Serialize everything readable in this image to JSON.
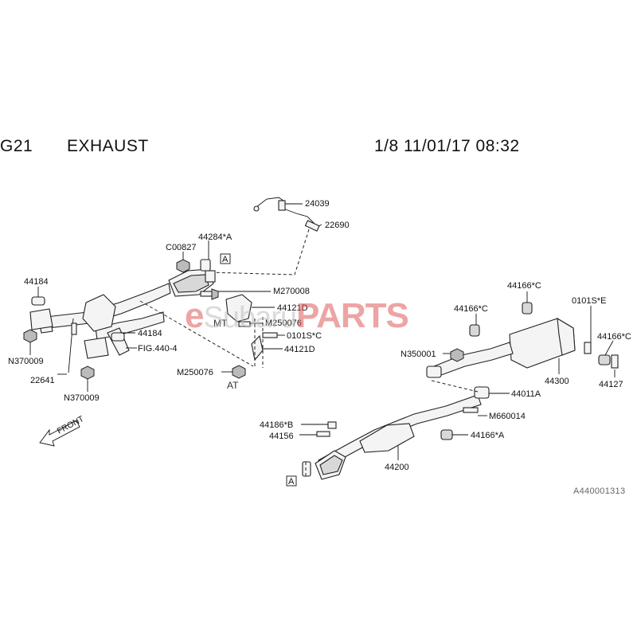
{
  "header": {
    "code": "G21",
    "title": "EXHAUST",
    "meta": "1/8 11/01/17 08:32"
  },
  "watermark": {
    "e": "e",
    "middle": "Subaru",
    "parts": "PARTS"
  },
  "doc_number": "A440001313",
  "labels": {
    "p24039": "24039",
    "p22690": "22690",
    "p44284a": "44284*A",
    "c00827": "C00827",
    "boxA1": "A",
    "p44184a": "44184",
    "m270008": "M270008",
    "p44121d_a": "44121D",
    "mt": "MT",
    "m250076_a": "M250076",
    "s0101c": "0101S*C",
    "p44121d_b": "44121D",
    "p44184b": "44184",
    "fig": "FIG.440-4",
    "n370009_a": "N370009",
    "p22641": "22641",
    "m250076_b": "M250076",
    "at": "AT",
    "n370009_b": "N370009",
    "front": "FRONT",
    "p44166c_a": "44166*C",
    "p44166c_b": "44166*C",
    "s0101e": "0101S*E",
    "p44166c_c": "44166*C",
    "n350001": "N350001",
    "p44300": "44300",
    "p44127": "44127",
    "p44011a": "44011A",
    "m660014": "M660014",
    "p44186b": "44186*B",
    "p44156": "44156",
    "p44166a": "44166*A",
    "p44200": "44200",
    "boxA2": "A"
  }
}
